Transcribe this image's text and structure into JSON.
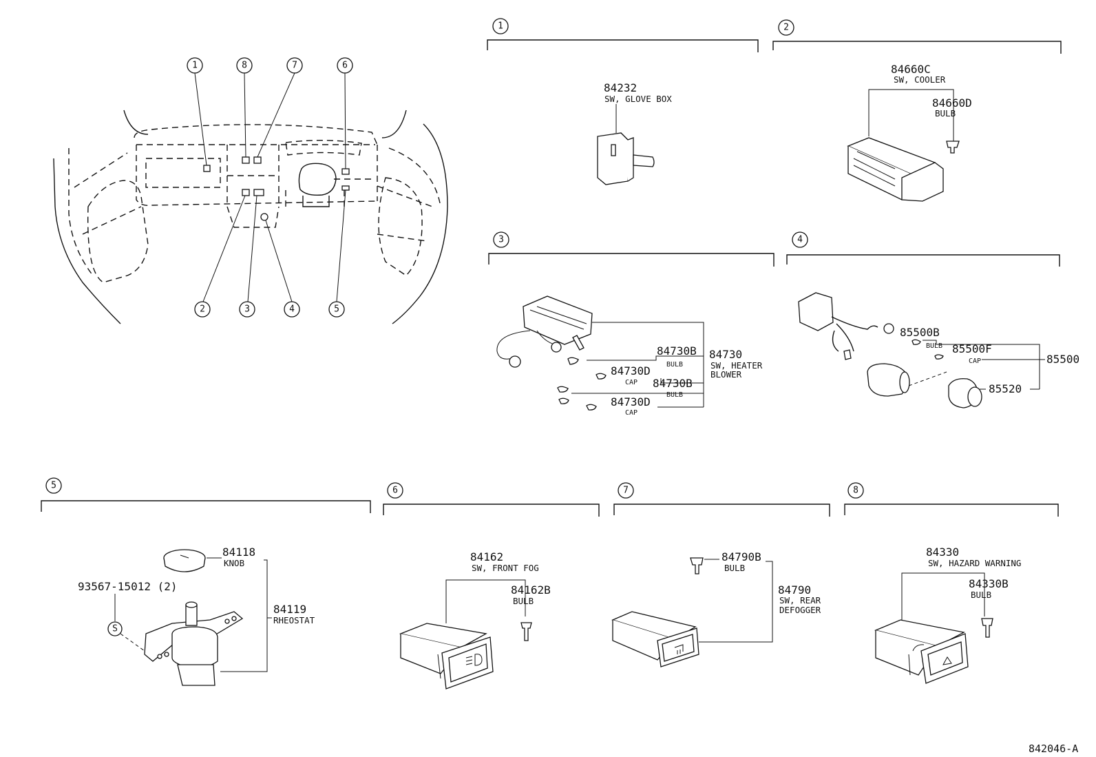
{
  "diagram": {
    "callouts": [
      "1",
      "2",
      "3",
      "4",
      "5",
      "6",
      "7",
      "8"
    ],
    "footer_code": "842046-A",
    "sections": {
      "s1": {
        "num": "1",
        "parts": [
          {
            "number": "84232",
            "desc": "SW, GLOVE BOX"
          }
        ]
      },
      "s2": {
        "num": "2",
        "parts": [
          {
            "number": "84660C",
            "desc": "SW, COOLER"
          },
          {
            "number": "84660D",
            "desc": "BULB"
          }
        ]
      },
      "s3": {
        "num": "3",
        "group": {
          "number": "84730",
          "desc1": "SW, HEATER",
          "desc2": "BLOWER"
        },
        "parts": [
          {
            "number": "84730B",
            "desc": "BULB"
          },
          {
            "number": "84730D",
            "desc": "CAP"
          },
          {
            "number": "84730B",
            "desc": "BULB"
          },
          {
            "number": "84730D",
            "desc": "CAP"
          }
        ]
      },
      "s4": {
        "num": "4",
        "group": {
          "number": "85500"
        },
        "parts": [
          {
            "number": "85500B",
            "desc": "BULB"
          },
          {
            "number": "85500F",
            "desc": "CAP"
          },
          {
            "number": "85520",
            "desc": ""
          }
        ]
      },
      "s5": {
        "num": "5",
        "parts": [
          {
            "number": "84118",
            "desc": "KNOB"
          },
          {
            "number": "93567-15012 (2)",
            "desc": ""
          },
          {
            "number": "84119",
            "desc": "RHEOSTAT"
          }
        ],
        "screw_symbol": "S"
      },
      "s6": {
        "num": "6",
        "parts": [
          {
            "number": "84162",
            "desc": "SW, FRONT FOG"
          },
          {
            "number": "84162B",
            "desc": "BULB"
          }
        ]
      },
      "s7": {
        "num": "7",
        "parts": [
          {
            "number": "84790B",
            "desc": "BULB"
          },
          {
            "number": "84790",
            "desc1": "SW, REAR",
            "desc2": "DEFOGGER"
          }
        ]
      },
      "s8": {
        "num": "8",
        "parts": [
          {
            "number": "84330",
            "desc": "SW, HAZARD WARNING"
          },
          {
            "number": "84330B",
            "desc": "BULB"
          }
        ]
      }
    }
  }
}
